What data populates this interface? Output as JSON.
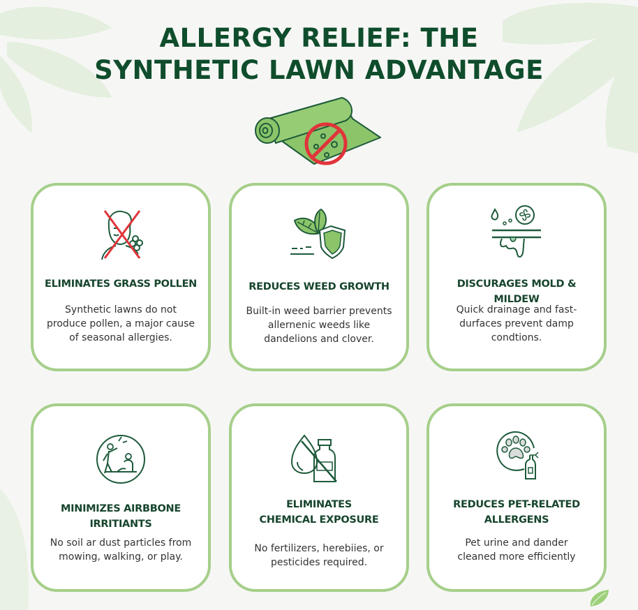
{
  "title": {
    "line1": "ALLERGY RELIEF: THE",
    "line2": "SYNTHETIC LAWN ADVANTAGE"
  },
  "hero": {
    "icon": "rolled-turf-no-pollen-icon"
  },
  "colors": {
    "title": "#0f4d2c",
    "card_border": "#a6cf8a",
    "icon_stroke": "#1d5a3a",
    "icon_fill": "#8cc46a",
    "prohibit_red": "#e0343a",
    "background": "#f6f7f5"
  },
  "cards": [
    {
      "icon": "no-pollen-person-icon",
      "title": "ELIMINATES GRASS POLLEN",
      "lines": [
        "Synthetic lawns do not",
        "produce pollen, a major cause",
        "of seasonal allergies."
      ]
    },
    {
      "icon": "leaves-shield-icon",
      "title": "REDUCES WEED GROWTH",
      "lines": [
        "Built-in weed barrier prevents",
        "allernenic weeds like",
        "dandelions and clover."
      ]
    },
    {
      "icon": "drainage-fan-icon",
      "title": "DISCURAGES MOLD & MILDEW",
      "lines": [
        "Quick drainage and fast-",
        "durfaces prevent damp",
        "condtions."
      ]
    },
    {
      "icon": "people-playing-icon",
      "title_lines": [
        "MINIMIZES AIRBBONE",
        "IRRITIANTS"
      ],
      "lines": [
        "No soil ar dust particles from",
        "mowing, walking, or play."
      ]
    },
    {
      "icon": "no-chemicals-icon",
      "title_lines": [
        "ELIMINATES",
        "CHEMICAL EXPOSURE"
      ],
      "lines": [
        "No fertilizers, herebiies, or",
        "pesticides required."
      ]
    },
    {
      "icon": "paw-spray-icon",
      "title_lines": [
        "REDUCES PET-RELATED",
        "ALLERGENS"
      ],
      "lines": [
        "Pet urine and dander",
        "cleaned more efficiently"
      ]
    }
  ]
}
